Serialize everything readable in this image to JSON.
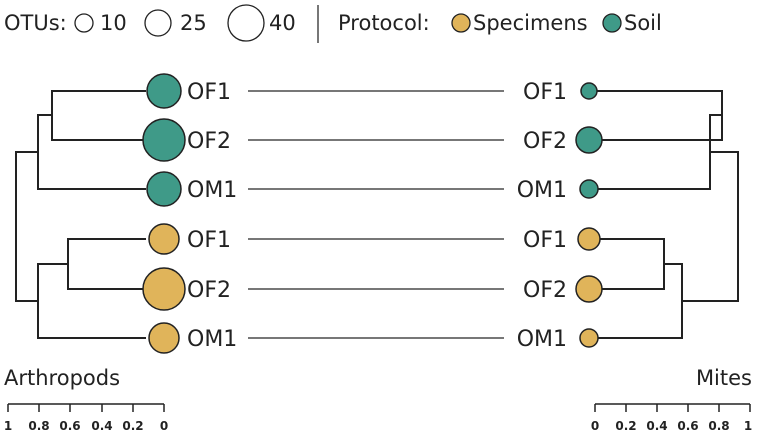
{
  "legend": {
    "otu_label": "OTUs:",
    "otu_sizes": [
      "10",
      "25",
      "40"
    ],
    "protocol_label": "Protocol:",
    "protocols": [
      {
        "name": "Specimens",
        "color": "#e0b45a"
      },
      {
        "name": "Soil",
        "color": "#3f9a88"
      }
    ]
  },
  "left_tree": {
    "title": "Arthropods",
    "leaves": [
      {
        "label": "OF1",
        "protocol": "Soil",
        "otus": 29
      },
      {
        "label": "OF2",
        "protocol": "Soil",
        "otus": 40
      },
      {
        "label": "OM1",
        "protocol": "Soil",
        "otus": 29
      },
      {
        "label": "OF1",
        "protocol": "Specimens",
        "otus": 22
      },
      {
        "label": "OF2",
        "protocol": "Specimens",
        "otus": 40
      },
      {
        "label": "OM1",
        "protocol": "Specimens",
        "otus": 22
      }
    ],
    "scale_ticks": [
      "1",
      "0.8",
      "0.6",
      "0.4",
      "0.2",
      "0"
    ]
  },
  "right_tree": {
    "title": "Mites",
    "leaves": [
      {
        "label": "OF1",
        "protocol": "Soil",
        "otus": 5
      },
      {
        "label": "OF2",
        "protocol": "Soil",
        "otus": 15
      },
      {
        "label": "OM1",
        "protocol": "Soil",
        "otus": 7
      },
      {
        "label": "OF1",
        "protocol": "Specimens",
        "otus": 9
      },
      {
        "label": "OF2",
        "protocol": "Specimens",
        "otus": 15
      },
      {
        "label": "OM1",
        "protocol": "Specimens",
        "otus": 7
      }
    ],
    "scale_ticks": [
      "0",
      "0.2",
      "0.4",
      "0.6",
      "0.8",
      "1"
    ]
  },
  "colors": {
    "line": "#222222",
    "connector": "#777777",
    "circle_stroke": "#222222"
  }
}
